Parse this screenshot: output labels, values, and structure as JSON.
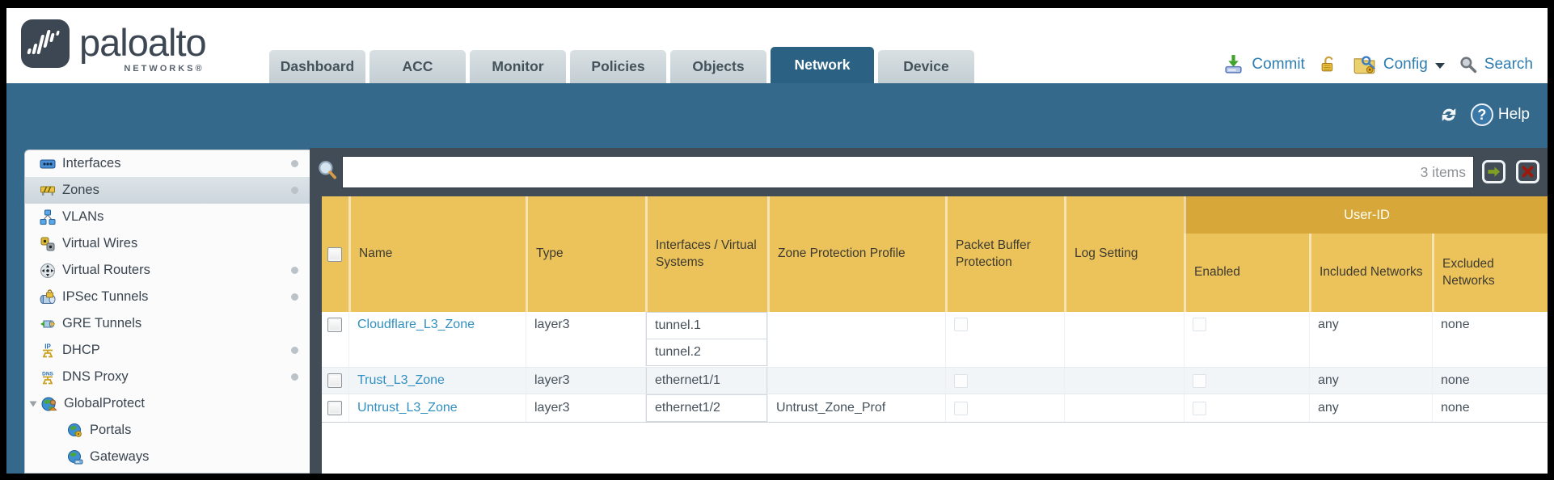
{
  "colors": {
    "teal_band": "#35698c",
    "active_tab": "#2b6183",
    "tab_bg": "#c3ced3",
    "slate_bar": "#414c57",
    "header_gold": "#ecc25a",
    "userid_gold": "#d7a73a",
    "link_blue": "#2f8fc0",
    "utility_blue": "#2e7cb0"
  },
  "header": {
    "logo": {
      "brand": "paloalto",
      "sub": "NETWORKS®"
    },
    "tabs": [
      {
        "label": "Dashboard",
        "active": false
      },
      {
        "label": "ACC",
        "active": false
      },
      {
        "label": "Monitor",
        "active": false
      },
      {
        "label": "Policies",
        "active": false
      },
      {
        "label": "Objects",
        "active": false
      },
      {
        "label": "Network",
        "active": true
      },
      {
        "label": "Device",
        "active": false
      }
    ],
    "utilities": {
      "commit": "Commit",
      "config": "Config",
      "search": "Search"
    }
  },
  "band": {
    "help": "Help"
  },
  "sidebar": {
    "items": [
      {
        "label": "Interfaces",
        "dot": true
      },
      {
        "label": "Zones",
        "dot": true,
        "selected": true
      },
      {
        "label": "VLANs",
        "dot": false
      },
      {
        "label": "Virtual Wires",
        "dot": false
      },
      {
        "label": "Virtual Routers",
        "dot": true
      },
      {
        "label": "IPSec Tunnels",
        "dot": true
      },
      {
        "label": "GRE Tunnels",
        "dot": false
      },
      {
        "label": "DHCP",
        "dot": true
      },
      {
        "label": "DNS Proxy",
        "dot": true
      },
      {
        "label": "GlobalProtect",
        "dot": false,
        "expanded": true
      },
      {
        "label": "Portals",
        "dot": false,
        "indent": true
      },
      {
        "label": "Gateways",
        "dot": false,
        "indent": true
      }
    ]
  },
  "search_bar": {
    "value": "",
    "items_count": "3 items"
  },
  "table": {
    "group_header": "User-ID",
    "columns": [
      "Name",
      "Type",
      "Interfaces / Virtual Systems",
      "Zone Protection Profile",
      "Packet Buffer Protection",
      "Log Setting",
      "Enabled",
      "Included Networks",
      "Excluded Networks"
    ],
    "rows": [
      {
        "name": "Cloudflare_L3_Zone",
        "type": "layer3",
        "interfaces": [
          "tunnel.1",
          "tunnel.2"
        ],
        "zone_protection_profile": "",
        "log_setting": "",
        "included_networks": "any",
        "excluded_networks": "none"
      },
      {
        "name": "Trust_L3_Zone",
        "type": "layer3",
        "interfaces": [
          "ethernet1/1"
        ],
        "zone_protection_profile": "",
        "log_setting": "",
        "included_networks": "any",
        "excluded_networks": "none"
      },
      {
        "name": "Untrust_L3_Zone",
        "type": "layer3",
        "interfaces": [
          "ethernet1/2"
        ],
        "zone_protection_profile": "Untrust_Zone_Prof",
        "log_setting": "",
        "included_networks": "any",
        "excluded_networks": "none"
      }
    ]
  }
}
